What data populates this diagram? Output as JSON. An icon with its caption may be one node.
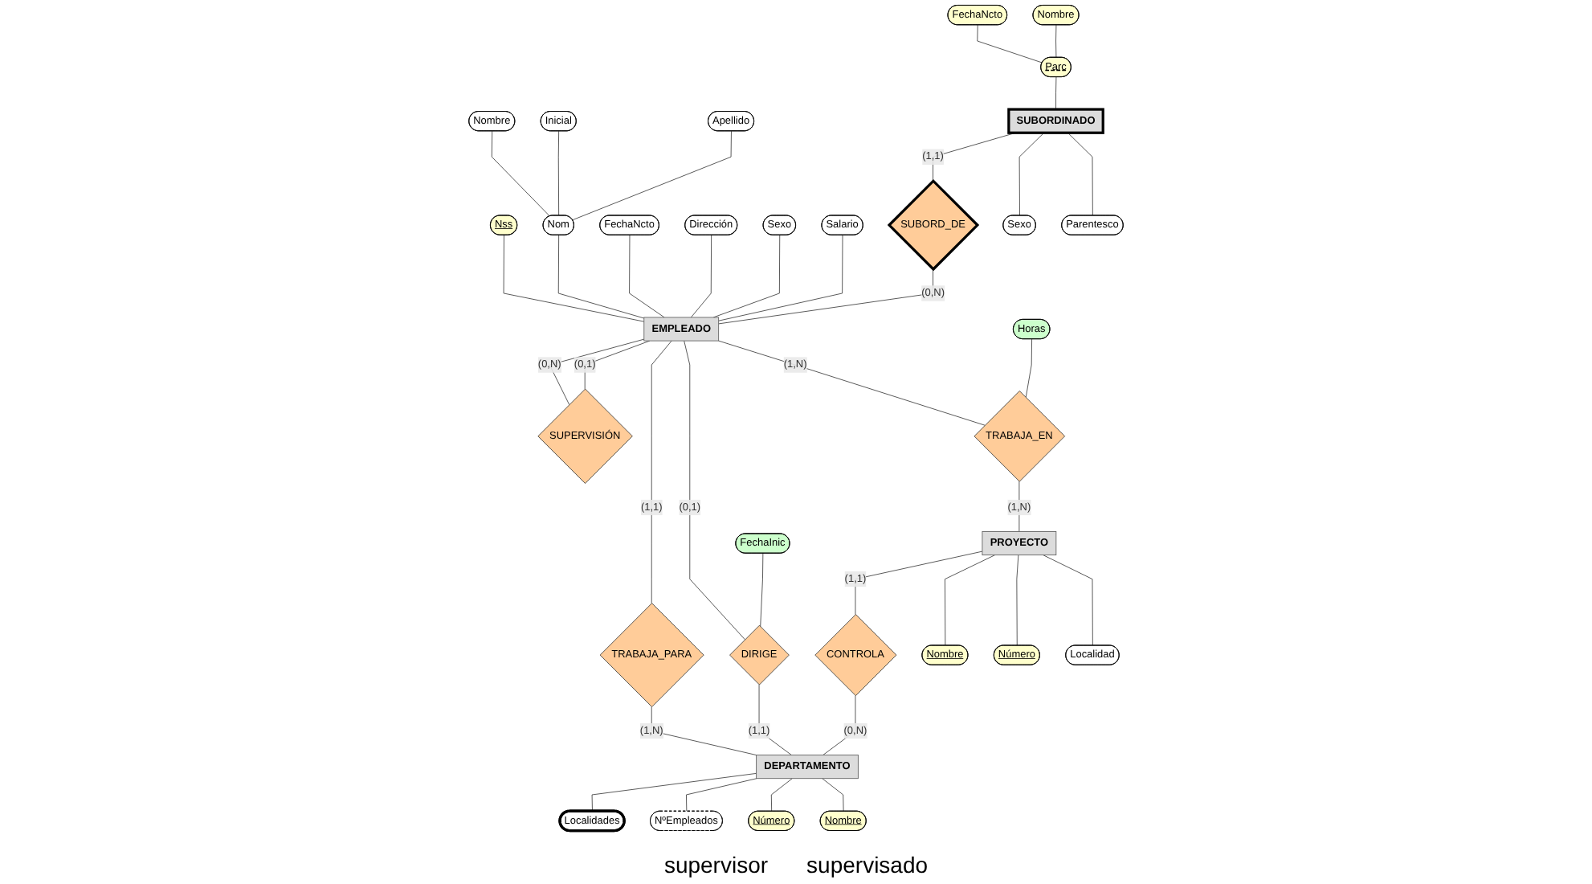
{
  "diagram": {
    "nodes": [
      {
        "text": [
          "FechaNcto"
        ]
      },
      {
        "text": [
          "Nombre"
        ]
      },
      {
        "text": [
          "Nombre"
        ]
      },
      {
        "text": [
          "Inicial"
        ]
      },
      {
        "text": [
          "Apellido"
        ]
      },
      {
        "text": [
          "Parc"
        ]
      },
      {
        "text": [
          "Nss"
        ]
      },
      {
        "text": [
          "Nom"
        ]
      },
      {
        "text": [
          "FechaNcto"
        ]
      },
      {
        "text": [
          "Dirección"
        ]
      },
      {
        "text": [
          "Sexo"
        ]
      },
      {
        "text": [
          "Salario"
        ]
      },
      {
        "text": [
          "SUBORDINADO"
        ]
      },
      {
        "text": [
          "SUBORD_DE"
        ]
      },
      {
        "text": [
          "EMPLEADO"
        ]
      },
      {
        "text": [
          "SUPERVISIÓN"
        ]
      },
      {
        "text": [
          "Sexo"
        ]
      },
      {
        "text": [
          "Parentesco"
        ]
      },
      {
        "text": [
          "Horas"
        ]
      },
      {
        "text": [
          "TRABAJA_EN"
        ]
      },
      {
        "text": [
          "TRABAJA_PARA"
        ]
      },
      {
        "text": [
          "FechaInic"
        ]
      },
      {
        "text": [
          "DIRIGE"
        ]
      },
      {
        "text": [
          "PROYECTO"
        ]
      },
      {
        "text": [
          "CONTROLA"
        ]
      },
      {
        "text": [
          "DEPARTAMENTO"
        ]
      },
      {
        "text": [
          "Nombre"
        ]
      },
      {
        "text": [
          "Número"
        ]
      },
      {
        "text": [
          "Localidad"
        ]
      },
      {
        "text": [
          "Localidades"
        ]
      },
      {
        "text": [
          "NºEmpleados"
        ]
      },
      {
        "text": [
          "Número"
        ]
      },
      {
        "text": [
          "Nombre"
        ]
      }
    ],
    "edges": [
      {
        "from": 0,
        "to": 5,
        "arrow": "none"
      },
      {
        "from": 1,
        "to": 5,
        "arrow": "none"
      },
      {
        "from": 2,
        "to": 7,
        "arrow": "none"
      },
      {
        "from": 3,
        "to": 7,
        "arrow": "none"
      },
      {
        "from": 4,
        "to": 7,
        "arrow": "none"
      },
      {
        "from": 5,
        "to": 12,
        "arrow": "none"
      },
      {
        "from": 6,
        "to": 14,
        "arrow": "none"
      },
      {
        "from": 7,
        "to": 14,
        "arrow": "none"
      },
      {
        "from": 8,
        "to": 14,
        "arrow": "none"
      },
      {
        "from": 9,
        "to": 14,
        "arrow": "none"
      },
      {
        "from": 10,
        "to": 14,
        "arrow": "none"
      },
      {
        "from": 11,
        "to": 14,
        "arrow": "none"
      },
      {
        "from": 12,
        "to": 13,
        "arrow": "none",
        "label": "(1,1)"
      },
      {
        "from": 13,
        "to": 14,
        "arrow": "none",
        "label": "(0,N)"
      },
      {
        "from": 14,
        "to": 15,
        "arrow": "none",
        "label": "(0,N)"
      },
      {
        "from": 14,
        "to": 15,
        "arrow": "none",
        "label": "(0,1)"
      },
      {
        "from": 12,
        "to": 16,
        "arrow": "none"
      },
      {
        "from": 12,
        "to": 17,
        "arrow": "none"
      },
      {
        "from": 14,
        "to": 19,
        "arrow": "none",
        "label": "(1,N)"
      },
      {
        "from": 14,
        "to": 20,
        "arrow": "none",
        "label": "(1,1)"
      },
      {
        "from": 14,
        "to": 22,
        "arrow": "none",
        "label": "(0,1)"
      },
      {
        "from": 18,
        "to": 19,
        "arrow": "none"
      },
      {
        "from": 21,
        "to": 22,
        "arrow": "none"
      },
      {
        "from": 19,
        "to": 23,
        "arrow": "none",
        "label": "(1,N)"
      },
      {
        "from": 20,
        "to": 25,
        "arrow": "none",
        "label": "(1,N)"
      },
      {
        "from": 22,
        "to": 25,
        "arrow": "none",
        "label": "(1,1)"
      },
      {
        "from": 23,
        "to": 24,
        "arrow": "none",
        "label": "(1,1)"
      },
      {
        "from": 24,
        "to": 25,
        "arrow": "none",
        "label": "(0,N)"
      },
      {
        "from": 23,
        "to": 26,
        "arrow": "none"
      },
      {
        "from": 23,
        "to": 27,
        "arrow": "none"
      },
      {
        "from": 23,
        "to": 28,
        "arrow": "none"
      },
      {
        "from": 25,
        "to": 29,
        "arrow": "none"
      },
      {
        "from": 25,
        "to": 30,
        "arrow": "none"
      },
      {
        "from": 25,
        "to": 31,
        "arrow": "none"
      },
      {
        "from": 25,
        "to": 32,
        "arrow": "none"
      }
    ],
    "labels": [
      "supervisor",
      "supervisado"
    ]
  }
}
